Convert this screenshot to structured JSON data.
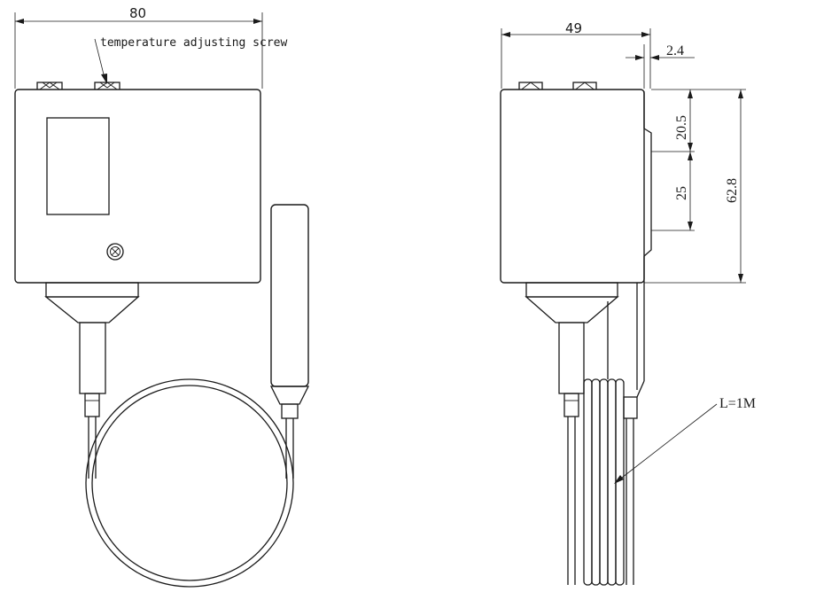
{
  "labels": {
    "width_front": "80",
    "width_side": "49",
    "offset": "2.4",
    "dim_upper": "20.5",
    "dim_lower": "25",
    "dim_total": "62.8",
    "screw_note": "temperature adjusting screw",
    "capillary_length": "L=1M"
  }
}
